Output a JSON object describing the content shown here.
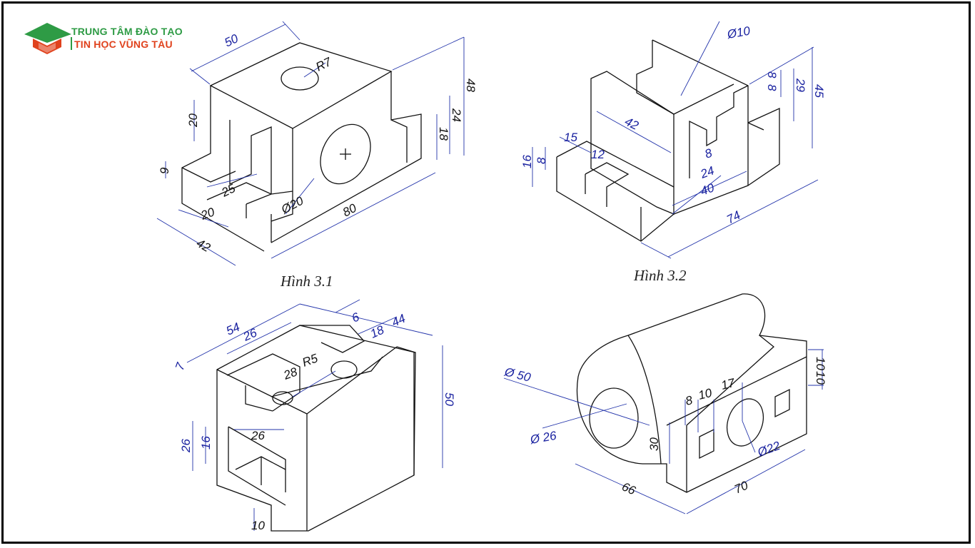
{
  "logo": {
    "line1": "TRUNG TÂM ĐÀO TẠO",
    "line2": "TIN HỌC VŨNG TÀU",
    "colors": {
      "green": "#2e9b45",
      "orange": "#e0421d"
    }
  },
  "captions": {
    "fig1": "Hình 3.1",
    "fig2": "Hình 3.2"
  },
  "dims": {
    "fig1": {
      "d50": "50",
      "r7": "R7",
      "d48": "48",
      "d24": "24",
      "d18": "18",
      "d20a": "20",
      "d9": "9",
      "d25": "25",
      "d20b": "20",
      "d42": "42",
      "d80": "80",
      "dia20": "Ø20"
    },
    "fig2": {
      "dia10": "Ø10",
      "d8a": "8",
      "d8b": "8",
      "d29": "29",
      "d45": "45",
      "d42": "42",
      "d15": "15",
      "d12": "12",
      "d16": "16",
      "d8c": "8",
      "d8d": "8",
      "d24": "24",
      "d40": "40",
      "d74": "74"
    },
    "fig3": {
      "d54": "54",
      "d26a": "26",
      "d6": "6",
      "d18": "18",
      "d44": "44",
      "d7": "7",
      "r5": "R5",
      "d28": "28",
      "d50": "50",
      "d26b": "26",
      "d16": "16",
      "d26c": "26",
      "d10": "10"
    },
    "fig4": {
      "dia50": "Ø 50",
      "dia26": "Ø 26",
      "d8": "8",
      "d10a": "10",
      "d17": "17",
      "d10b": "10",
      "d10c": "10",
      "d30": "30",
      "dia22": "Ø22",
      "d66": "66",
      "d70": "70"
    }
  },
  "colors": {
    "dimension": "#1a22a0",
    "outline": "#111111",
    "frame": "#000000"
  }
}
